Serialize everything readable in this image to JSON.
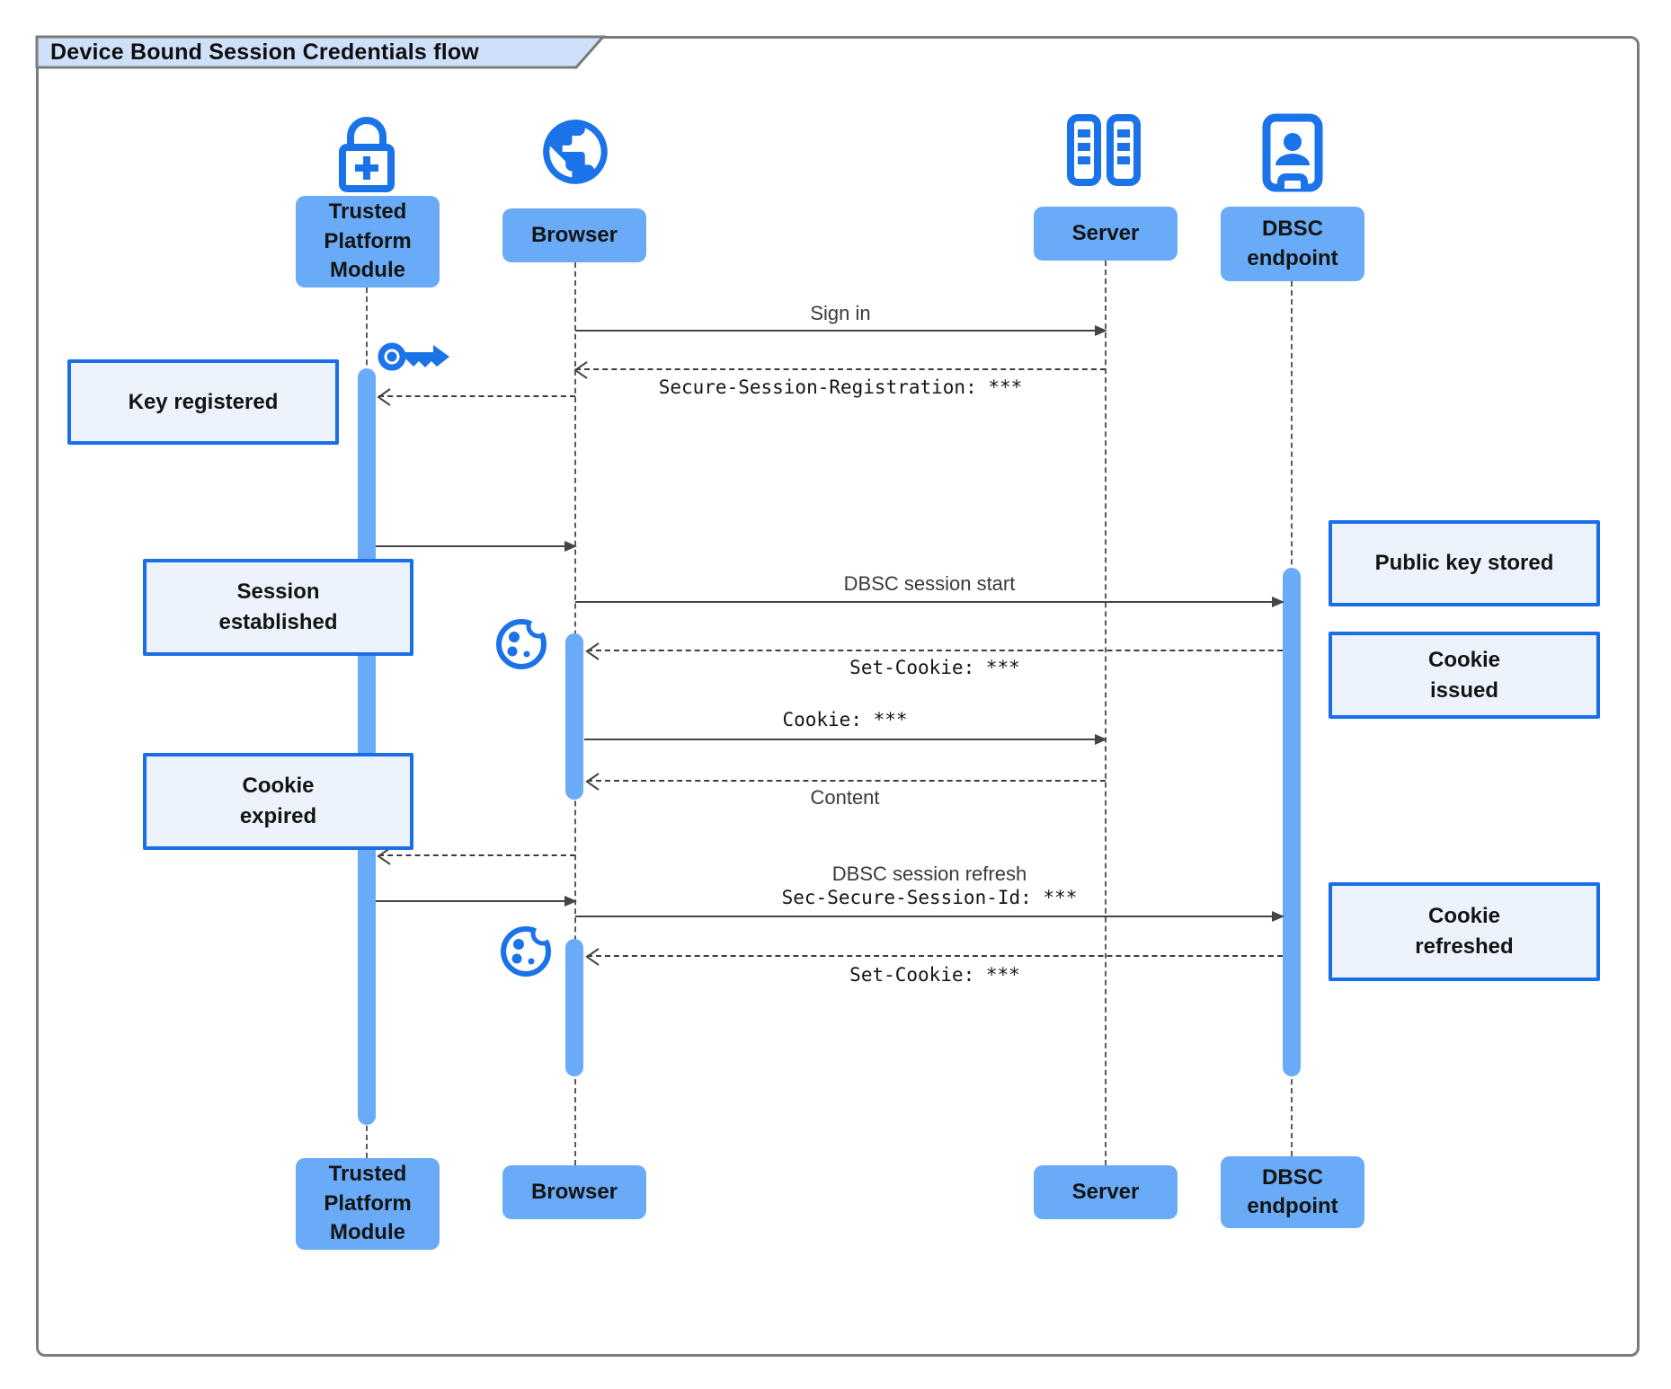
{
  "diagram_title": "Device Bound Session Credentials flow",
  "actors": {
    "tpm": {
      "label": "Trusted\nPlatform\nModule",
      "icon": "lock-plus-icon"
    },
    "browser": {
      "label": "Browser",
      "icon": "globe-icon"
    },
    "server": {
      "label": "Server",
      "icon": "server-rack-icon"
    },
    "dbsc": {
      "label": "DBSC\nendpoint",
      "icon": "id-badge-icon"
    }
  },
  "messages": {
    "sign_in": "Sign in",
    "secure_session_registration": "Secure-Session-Registration: ***",
    "dbsc_session_start": "DBSC session start",
    "set_cookie": "Set-Cookie: ***",
    "cookie": "Cookie: ***",
    "content": "Content",
    "dbsc_session_refresh": "DBSC session refresh",
    "sec_secure_session_id": "Sec-Secure-Session-Id: ***",
    "set_cookie_refresh": "Set-Cookie: ***"
  },
  "notes": {
    "key_registered": "Key registered",
    "session_established": "Session\nestablished",
    "public_key_stored": "Public key stored",
    "cookie_issued": "Cookie\nissued",
    "cookie_expired": "Cookie\nexpired",
    "cookie_refreshed": "Cookie\nrefreshed"
  },
  "colors": {
    "accent": "#1a73e8",
    "actor_fill": "#6aabf7",
    "note_fill": "#edf3fc",
    "note_border": "#1a6fe8",
    "tab_fill": "#cfe1fa",
    "frame_border": "#7b7b7b"
  }
}
